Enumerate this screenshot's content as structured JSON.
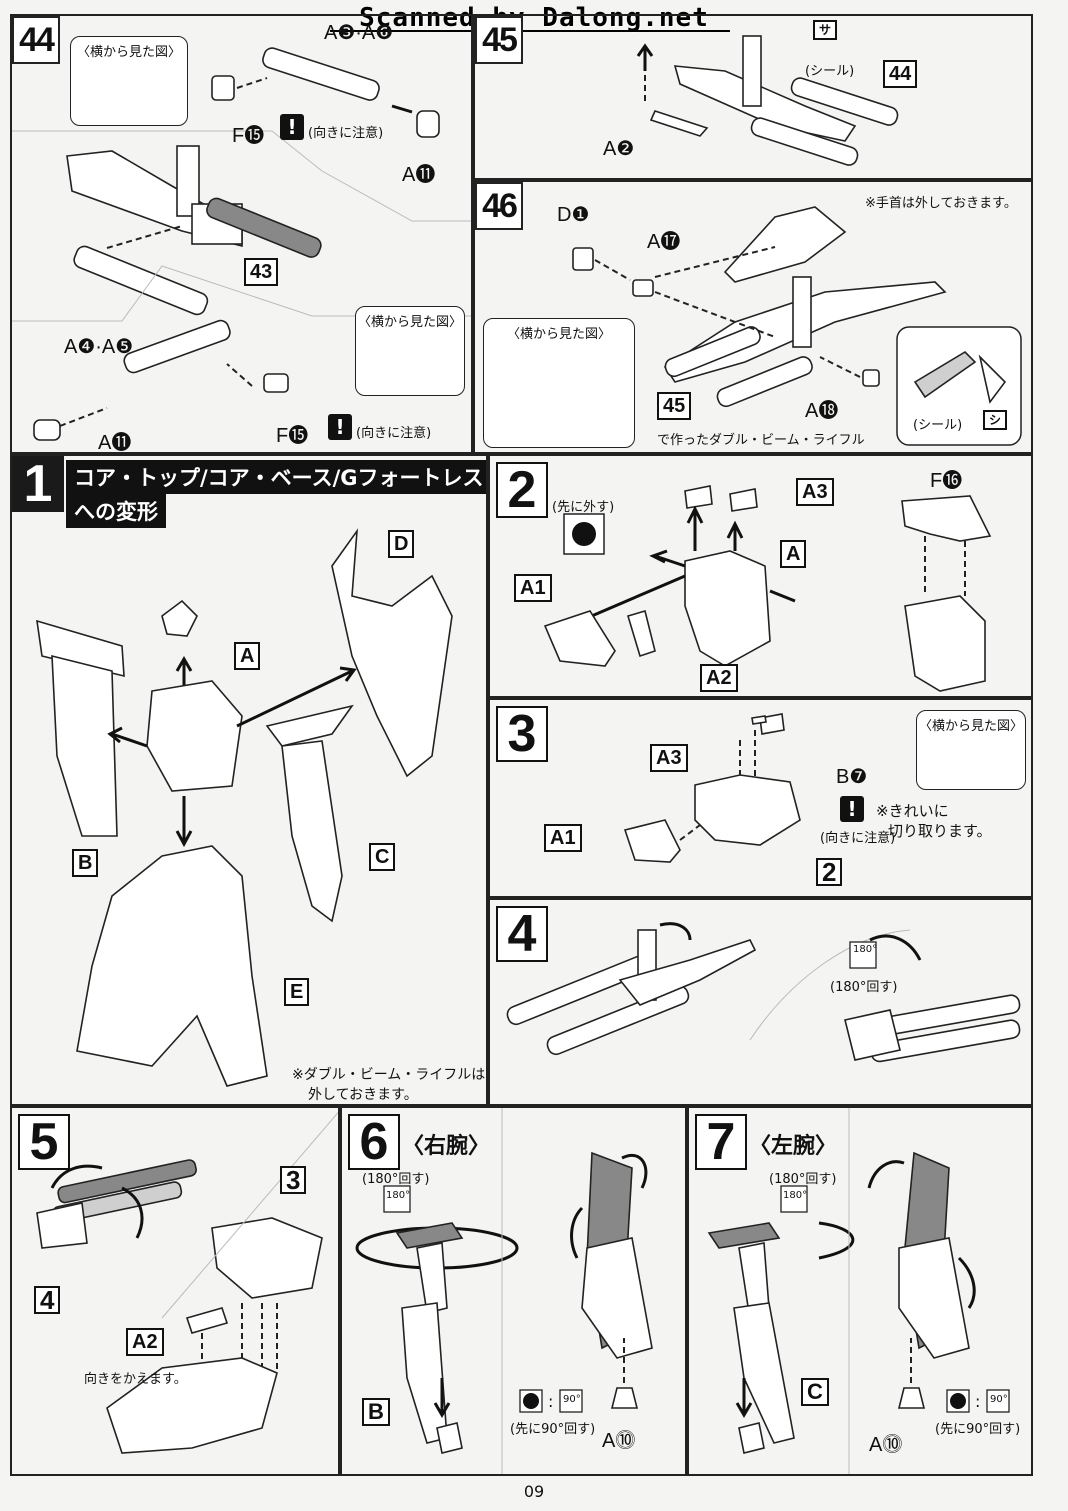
{
  "header": {
    "watermark": "Scanned by Dalong.net"
  },
  "steps_top": {
    "s44": {
      "num": "44",
      "callout_a": "〈横から見た図〉",
      "part_a": "A❸·A❻",
      "part_f": "F⓯",
      "caution": "(向きに注意)",
      "part_a11": "A⓫",
      "ref43": "43",
      "part_b": "A❹·A❺",
      "callout_b": "〈横から見た図〉",
      "part_f2": "F⓯",
      "caution2": "(向きに注意)",
      "part_a11b": "A⓫"
    },
    "s45": {
      "num": "45",
      "sticker_code": "サ",
      "sticker": "(シール)",
      "ref44": "44",
      "part_a2": "A❷"
    },
    "s46": {
      "num": "46",
      "note": "※手首は外しておきます。",
      "part_d1": "D❶",
      "part_a17": "A⓱",
      "callout": "〈横から見た図〉",
      "ref45": "45",
      "made_with": "で作ったダブル・ビーム・ライフル",
      "part_a18": "A⓲",
      "sticker": "(シール)",
      "sticker_code": "シ"
    }
  },
  "transform": {
    "t1": {
      "num": "1",
      "title_line1": "コア・トップ/コア・ベース/Gフォートレス",
      "title_line2": "への変形",
      "A": "A",
      "B": "B",
      "C": "C",
      "D": "D",
      "E": "E",
      "note_line1": "※ダブル・ビーム・ライフルは",
      "note_line2": "外しておきます。"
    },
    "t2": {
      "num": "2",
      "remove_first": "(先に外す)",
      "A3": "A3",
      "A": "A",
      "A1": "A1",
      "A2": "A2",
      "F16": "F⓰"
    },
    "t3": {
      "num": "3",
      "callout": "〈横から見た図〉",
      "A3": "A3",
      "B7": "B❼",
      "caution": "(向きに注意)",
      "note_line1": "※きれいに",
      "note_line2": "切り取ります。",
      "A1": "A1",
      "ref2": "2"
    },
    "t4": {
      "num": "4",
      "rotate_badge": "180°",
      "rotate": "(180°回す)"
    },
    "t5": {
      "num": "5",
      "ref3": "3",
      "ref4": "4",
      "A2": "A2",
      "note": "向きをかえます。"
    },
    "t6": {
      "num": "6",
      "title": "〈右腕〉",
      "rotate_badge": "180°",
      "rotate": "(180°回す)",
      "B": "B",
      "ratio_badge": "90°",
      "colon": ":",
      "first": "(先に90°回す)",
      "A10": "A⓾"
    },
    "t7": {
      "num": "7",
      "title": "〈左腕〉",
      "rotate_badge": "180°",
      "rotate": "(180°回す)",
      "C": "C",
      "ratio_badge": "90°",
      "colon": ":",
      "first": "(先に90°回す)",
      "A10": "A⓾"
    }
  },
  "footer": {
    "page": "09"
  }
}
